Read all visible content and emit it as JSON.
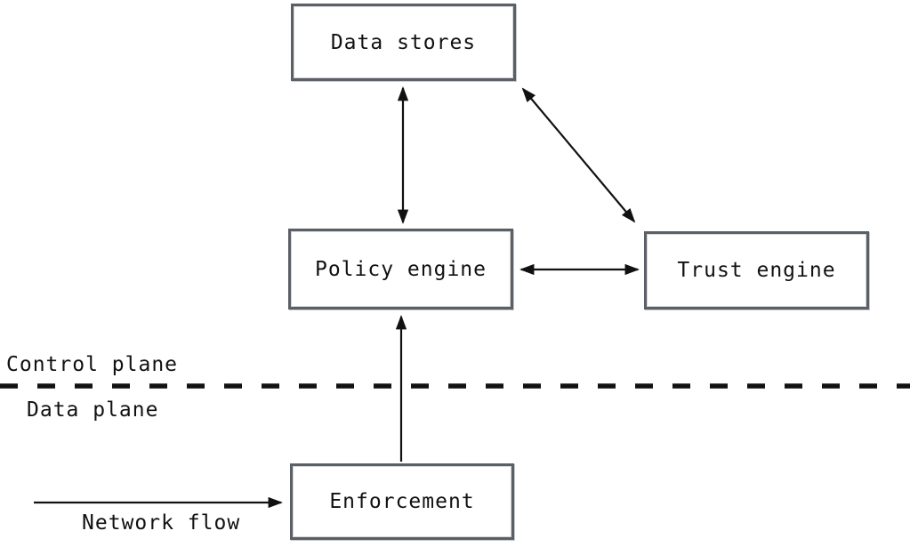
{
  "diagram": {
    "boxes": {
      "data_stores": {
        "label": "Data stores"
      },
      "policy_engine": {
        "label": "Policy engine"
      },
      "trust_engine": {
        "label": "Trust engine"
      },
      "enforcement": {
        "label": "Enforcement"
      }
    },
    "labels": {
      "control_plane": "Control plane",
      "data_plane": "Data plane",
      "network_flow": "Network flow"
    },
    "edges": [
      {
        "from": "data_stores",
        "to": "policy_engine",
        "bidirectional": true
      },
      {
        "from": "data_stores",
        "to": "trust_engine",
        "bidirectional": true
      },
      {
        "from": "policy_engine",
        "to": "trust_engine",
        "bidirectional": true
      },
      {
        "from": "enforcement",
        "to": "policy_engine",
        "bidirectional": false
      },
      {
        "from": "network_flow",
        "to": "enforcement",
        "bidirectional": false
      }
    ],
    "planes": {
      "above_divider": "Control plane",
      "below_divider": "Data plane"
    },
    "colors": {
      "background": "#ffffff",
      "box_border": "#5b6067",
      "arrow": "#111111",
      "text": "#111111",
      "divider": "#111111"
    }
  }
}
